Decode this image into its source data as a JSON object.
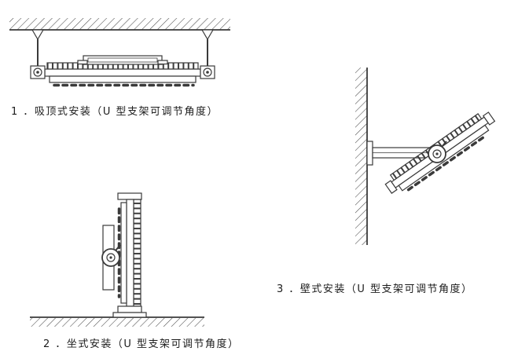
{
  "page": {
    "background": "#ffffff",
    "line_color": "#3a3a3a",
    "description": "Floodlight installation methods diagram"
  },
  "figures": [
    {
      "number": "1",
      "name": "ceiling-mount",
      "caption": "1 ．吸顶式安装（U 型支架可调节角度）"
    },
    {
      "number": "2",
      "name": "seated-mount",
      "caption": "2 ．坐式安装（U 型支架可调节角度）"
    },
    {
      "number": "3",
      "name": "wall-mount",
      "caption": "3 ．壁式安装（U 型支架可调节角度）"
    }
  ]
}
